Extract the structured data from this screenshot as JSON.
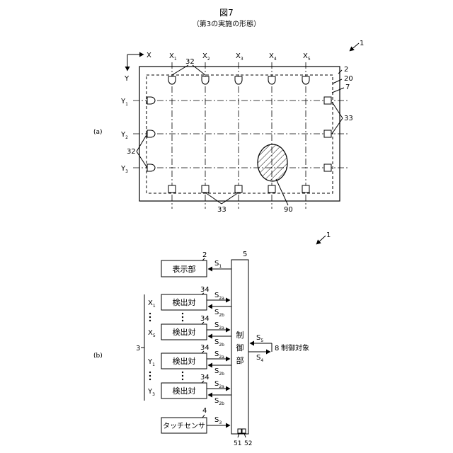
{
  "header": {
    "title": "図7",
    "subtitle": "（第3の実施の形態）"
  },
  "panel_a": {
    "label": "(a)",
    "ref_device": "1",
    "axis_x": "X",
    "axis_y": "Y",
    "x_labels": [
      {
        "main": "X",
        "sub": "1"
      },
      {
        "main": "X",
        "sub": "2"
      },
      {
        "main": "X",
        "sub": "3"
      },
      {
        "main": "X",
        "sub": "4"
      },
      {
        "main": "X",
        "sub": "5"
      }
    ],
    "y_labels": [
      {
        "main": "Y",
        "sub": "1"
      },
      {
        "main": "Y",
        "sub": "2"
      },
      {
        "main": "Y",
        "sub": "3"
      }
    ],
    "refs": {
      "r32_top": "32",
      "r32_left": "32",
      "r2": "2",
      "r20": "20",
      "r7": "7",
      "r33_right": "33",
      "r33_bottom": "33",
      "r90": "90"
    }
  },
  "panel_b": {
    "label": "(b)",
    "ref_device": "1",
    "ref_display": "2",
    "ref_controller": "5",
    "ref_group": "3",
    "ref_pairs": [
      "34",
      "34",
      "34",
      "34"
    ],
    "ref_touch": "4",
    "display_label": "表示部",
    "pair_label": "検出対",
    "touch_label": "タッチセンサ",
    "controller_chars": [
      "制",
      "御",
      "部"
    ],
    "target_ref": "8",
    "target_label": "制御対象",
    "row_labels": [
      {
        "main": "X",
        "sub": "1"
      },
      {
        "main": "X",
        "sub": "5"
      },
      {
        "main": "Y",
        "sub": "1"
      },
      {
        "main": "Y",
        "sub": "3"
      }
    ],
    "signals": {
      "s1": {
        "main": "S",
        "sub": "1"
      },
      "s2a": {
        "main": "S",
        "sub": "2a"
      },
      "s2b": {
        "main": "S",
        "sub": "2b"
      },
      "s3": {
        "main": "S",
        "sub": "3"
      },
      "s4": {
        "main": "S",
        "sub": "4"
      },
      "s5": {
        "main": "S",
        "sub": "5"
      }
    },
    "ref_51": "51",
    "ref_52": "52"
  }
}
